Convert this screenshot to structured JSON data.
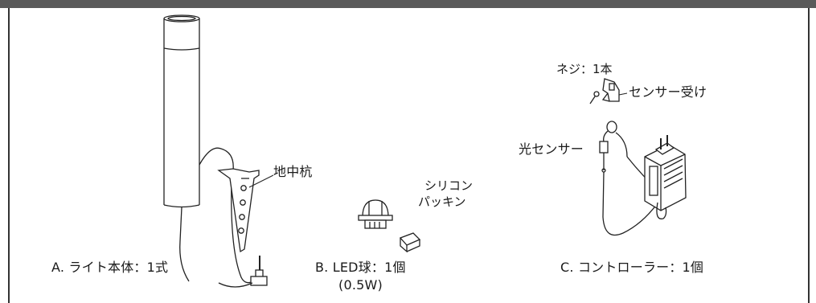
{
  "header_color": "#5a5a5a",
  "parts": {
    "a": {
      "caption": "A. ライト本体：1式",
      "stake_label": "地中杭"
    },
    "b": {
      "caption_line1": "B. LED球：1個",
      "caption_line2": "(0.5W)",
      "packing_label_line1": "シリコン",
      "packing_label_line2": "パッキン"
    },
    "c": {
      "caption": "C. コントローラー：1個",
      "screw_label": "ネジ：1本",
      "bracket_label": "センサー受け",
      "sensor_label": "光センサー"
    }
  }
}
